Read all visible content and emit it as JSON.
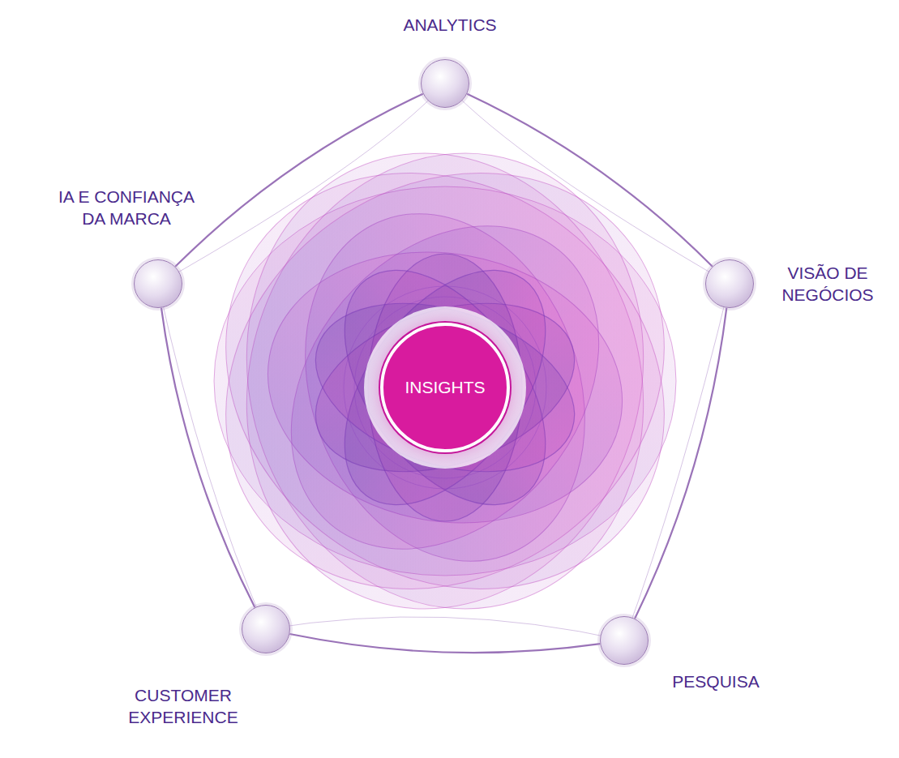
{
  "diagram": {
    "nodes": [
      {
        "text": [
          "ANALYTICS"
        ]
      },
      {
        "text": [
          "IA E CONFIANÇA DA MARCA"
        ]
      },
      {
        "text": [
          "VISÃO DE NEGÓCIOS"
        ]
      },
      {
        "text": [
          "INSIGHTS"
        ]
      },
      {
        "text": [
          "CUSTOMER EXPERIENCE"
        ]
      },
      {
        "text": [
          "PESQUISA"
        ]
      }
    ],
    "edges": [
      {
        "from": 0,
        "to": 2,
        "arrow": "none"
      },
      {
        "from": 2,
        "to": 5,
        "arrow": "none"
      },
      {
        "from": 5,
        "to": 4,
        "arrow": "none"
      },
      {
        "from": 4,
        "to": 1,
        "arrow": "none"
      },
      {
        "from": 1,
        "to": 0,
        "arrow": "none"
      }
    ]
  }
}
